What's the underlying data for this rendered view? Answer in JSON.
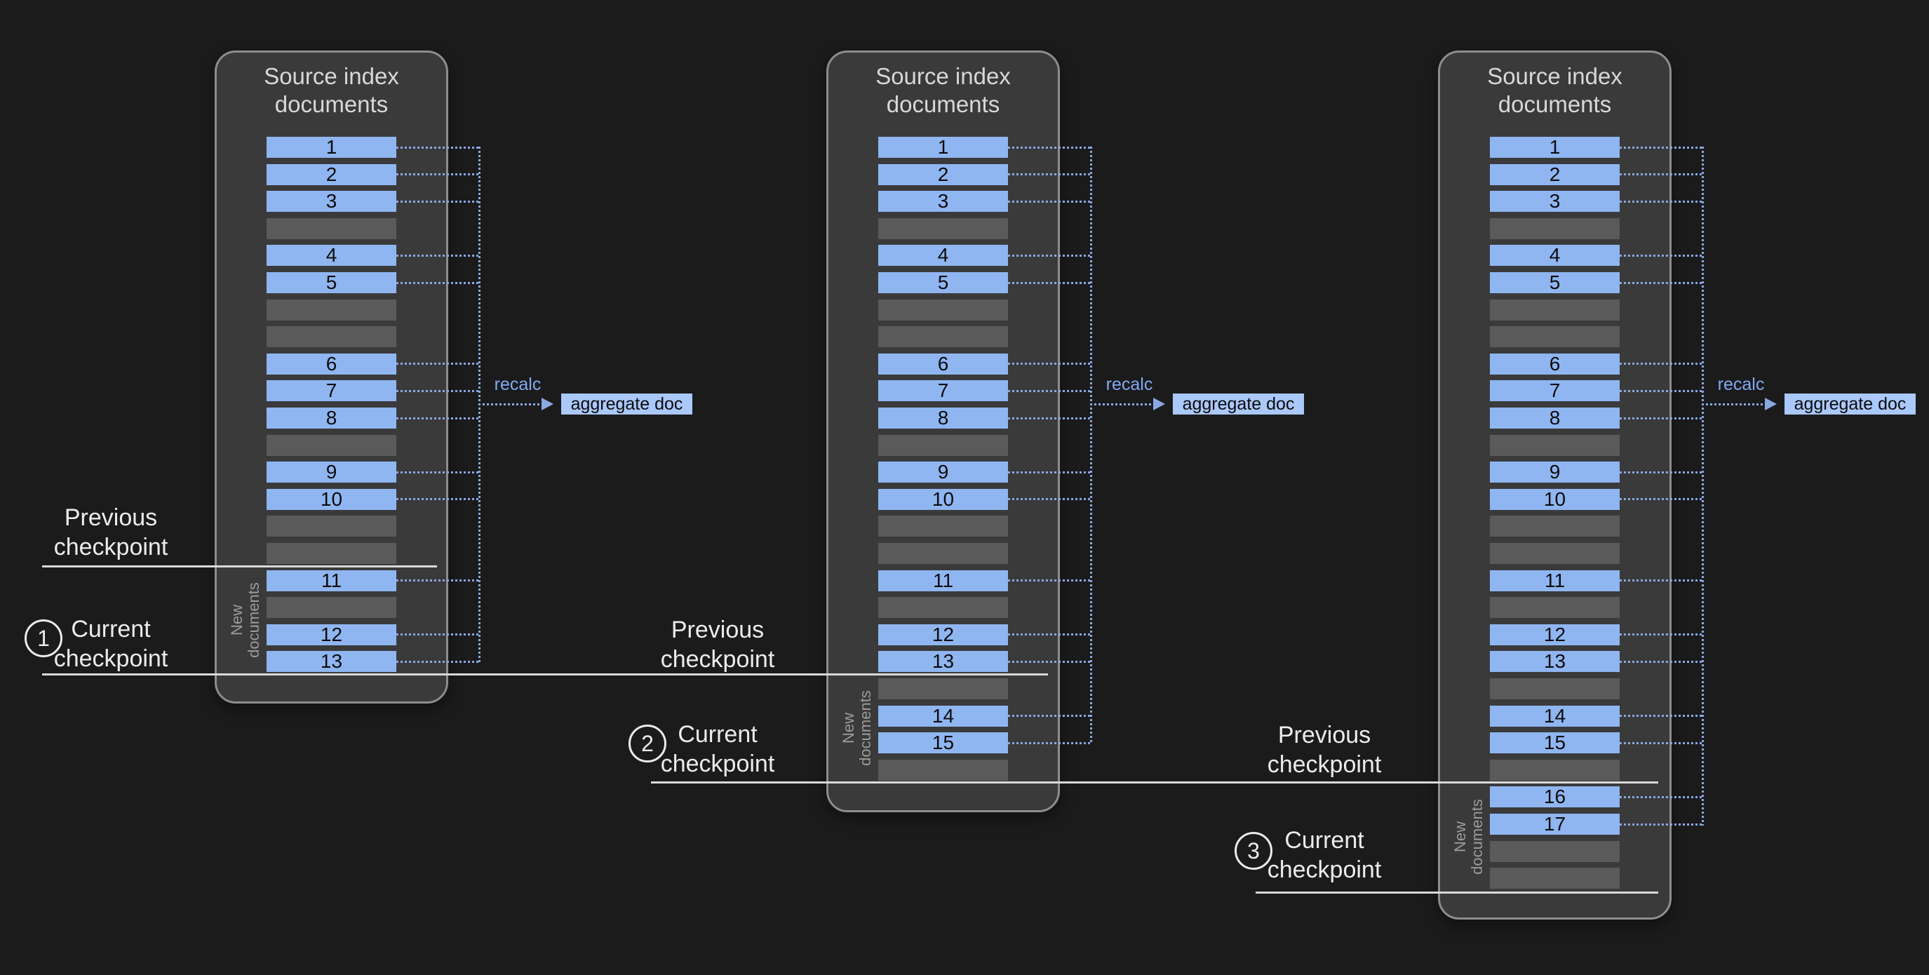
{
  "colors": {
    "bg": "#1b1b1c",
    "panel_fill": "#3a3a3b",
    "panel_border": "#8d8d8d",
    "doc_fill": "#8fb6f1",
    "empty_fill": "#5a5a5b",
    "dotted_blue": "#8aa8e2",
    "recalc_text": "#80aaf0",
    "aggregate_fill": "#aac8fa",
    "title_text": "#d8d8d8",
    "label_text": "#ececec",
    "checkpoint_line": "#d9d9d9",
    "new_docs_text": "#9b9b9b"
  },
  "panels": [
    {
      "title_lines": [
        "Source index",
        "documents"
      ],
      "recalc_label": "recalc",
      "aggregate_label": "aggregate doc",
      "new_documents_lines": [
        "New",
        "documents"
      ],
      "rows": [
        {
          "type": "doc",
          "label": "1"
        },
        {
          "type": "doc",
          "label": "2"
        },
        {
          "type": "doc",
          "label": "3"
        },
        {
          "type": "empty",
          "label": ""
        },
        {
          "type": "doc",
          "label": "4"
        },
        {
          "type": "doc",
          "label": "5"
        },
        {
          "type": "empty",
          "label": ""
        },
        {
          "type": "empty",
          "label": ""
        },
        {
          "type": "doc",
          "label": "6"
        },
        {
          "type": "doc",
          "label": "7"
        },
        {
          "type": "doc",
          "label": "8"
        },
        {
          "type": "empty",
          "label": ""
        },
        {
          "type": "doc",
          "label": "9"
        },
        {
          "type": "doc",
          "label": "10"
        },
        {
          "type": "empty",
          "label": ""
        },
        {
          "type": "empty",
          "label": ""
        },
        {
          "type": "doc",
          "label": "11"
        },
        {
          "type": "empty",
          "label": ""
        },
        {
          "type": "doc",
          "label": "12"
        },
        {
          "type": "doc",
          "label": "13"
        }
      ]
    },
    {
      "title_lines": [
        "Source index",
        "documents"
      ],
      "recalc_label": "recalc",
      "aggregate_label": "aggregate doc",
      "new_documents_lines": [
        "New",
        "documents"
      ],
      "rows": [
        {
          "type": "doc",
          "label": "1"
        },
        {
          "type": "doc",
          "label": "2"
        },
        {
          "type": "doc",
          "label": "3"
        },
        {
          "type": "empty",
          "label": ""
        },
        {
          "type": "doc",
          "label": "4"
        },
        {
          "type": "doc",
          "label": "5"
        },
        {
          "type": "empty",
          "label": ""
        },
        {
          "type": "empty",
          "label": ""
        },
        {
          "type": "doc",
          "label": "6"
        },
        {
          "type": "doc",
          "label": "7"
        },
        {
          "type": "doc",
          "label": "8"
        },
        {
          "type": "empty",
          "label": ""
        },
        {
          "type": "doc",
          "label": "9"
        },
        {
          "type": "doc",
          "label": "10"
        },
        {
          "type": "empty",
          "label": ""
        },
        {
          "type": "empty",
          "label": ""
        },
        {
          "type": "doc",
          "label": "11"
        },
        {
          "type": "empty",
          "label": ""
        },
        {
          "type": "doc",
          "label": "12"
        },
        {
          "type": "doc",
          "label": "13"
        },
        {
          "type": "empty",
          "label": ""
        },
        {
          "type": "doc",
          "label": "14"
        },
        {
          "type": "doc",
          "label": "15"
        },
        {
          "type": "empty",
          "label": ""
        }
      ]
    },
    {
      "title_lines": [
        "Source index",
        "documents"
      ],
      "recalc_label": "recalc",
      "aggregate_label": "aggregate doc",
      "new_documents_lines": [
        "New",
        "documents"
      ],
      "rows": [
        {
          "type": "doc",
          "label": "1"
        },
        {
          "type": "doc",
          "label": "2"
        },
        {
          "type": "doc",
          "label": "3"
        },
        {
          "type": "empty",
          "label": ""
        },
        {
          "type": "doc",
          "label": "4"
        },
        {
          "type": "doc",
          "label": "5"
        },
        {
          "type": "empty",
          "label": ""
        },
        {
          "type": "empty",
          "label": ""
        },
        {
          "type": "doc",
          "label": "6"
        },
        {
          "type": "doc",
          "label": "7"
        },
        {
          "type": "doc",
          "label": "8"
        },
        {
          "type": "empty",
          "label": ""
        },
        {
          "type": "doc",
          "label": "9"
        },
        {
          "type": "doc",
          "label": "10"
        },
        {
          "type": "empty",
          "label": ""
        },
        {
          "type": "empty",
          "label": ""
        },
        {
          "type": "doc",
          "label": "11"
        },
        {
          "type": "empty",
          "label": ""
        },
        {
          "type": "doc",
          "label": "12"
        },
        {
          "type": "doc",
          "label": "13"
        },
        {
          "type": "empty",
          "label": ""
        },
        {
          "type": "doc",
          "label": "14"
        },
        {
          "type": "doc",
          "label": "15"
        },
        {
          "type": "empty",
          "label": ""
        },
        {
          "type": "doc",
          "label": "16"
        },
        {
          "type": "doc",
          "label": "17"
        },
        {
          "type": "empty",
          "label": ""
        },
        {
          "type": "empty",
          "label": ""
        }
      ]
    }
  ],
  "checkpoints": [
    {
      "number": "1",
      "previous_lines": [
        "Previous",
        "checkpoint"
      ],
      "current_lines": [
        "Current",
        "checkpoint"
      ]
    },
    {
      "number": "2",
      "previous_lines": [
        "Previous",
        "checkpoint"
      ],
      "current_lines": [
        "Current",
        "checkpoint"
      ]
    },
    {
      "number": "3",
      "previous_lines": [
        "Previous",
        "checkpoint"
      ],
      "current_lines": [
        "Current",
        "checkpoint"
      ]
    }
  ]
}
